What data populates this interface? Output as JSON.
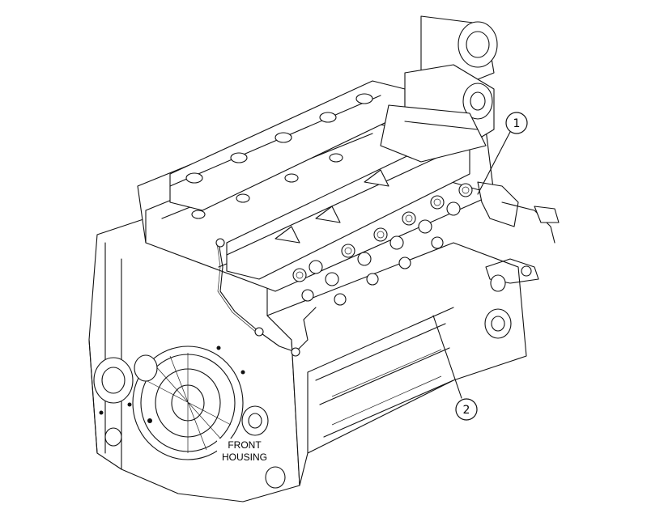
{
  "callouts": [
    {
      "id": "1",
      "label": "1"
    },
    {
      "id": "2",
      "label": "2"
    }
  ],
  "labels": {
    "front_housing_line1": "FRONT",
    "front_housing_line2": "HOUSING"
  }
}
